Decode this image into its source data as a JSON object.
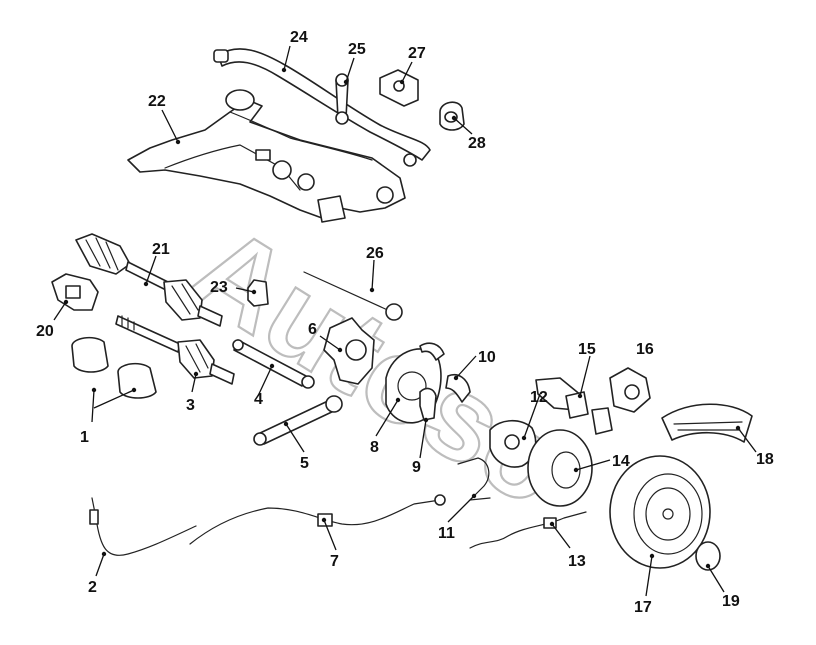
{
  "watermark": "Autoso",
  "callouts": {
    "c1": "1",
    "c2": "2",
    "c3": "3",
    "c4": "4",
    "c5": "5",
    "c6": "6",
    "c7": "7",
    "c8": "8",
    "c9": "9",
    "c10": "10",
    "c11": "11",
    "c12": "12",
    "c13": "13",
    "c14": "14",
    "c15": "15",
    "c16": "16",
    "c17": "17",
    "c18": "18",
    "c19": "19",
    "c20": "20",
    "c21": "21",
    "c22": "22",
    "c23": "23",
    "c24": "24",
    "c25": "25",
    "c26": "26",
    "c27": "27",
    "c28": "28"
  }
}
